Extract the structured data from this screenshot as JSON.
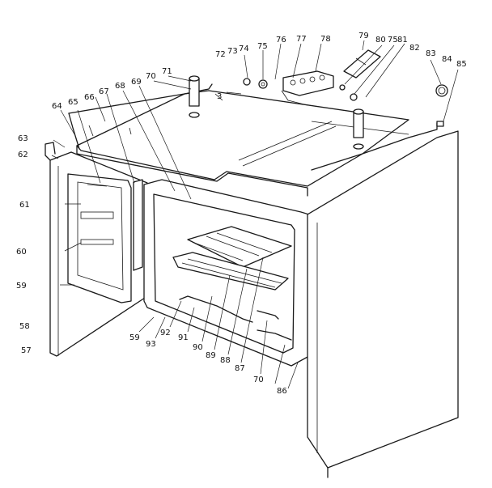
{
  "diagram": {
    "callouts": [
      {
        "id": "c63",
        "text": "63"
      },
      {
        "id": "c62",
        "text": "62"
      },
      {
        "id": "c64",
        "text": "64"
      },
      {
        "id": "c65",
        "text": "65"
      },
      {
        "id": "c66",
        "text": "66"
      },
      {
        "id": "c67",
        "text": "67"
      },
      {
        "id": "c68",
        "text": "68"
      },
      {
        "id": "c69",
        "text": "69"
      },
      {
        "id": "c70a",
        "text": "70"
      },
      {
        "id": "c71",
        "text": "71"
      },
      {
        "id": "c72",
        "text": "72"
      },
      {
        "id": "c73",
        "text": "73"
      },
      {
        "id": "c74",
        "text": "74"
      },
      {
        "id": "c75a",
        "text": "75"
      },
      {
        "id": "c76",
        "text": "76"
      },
      {
        "id": "c77",
        "text": "77"
      },
      {
        "id": "c78",
        "text": "78"
      },
      {
        "id": "c79",
        "text": "79"
      },
      {
        "id": "c80",
        "text": "80"
      },
      {
        "id": "c75b",
        "text": "75"
      },
      {
        "id": "c81",
        "text": "81"
      },
      {
        "id": "c82",
        "text": "82"
      },
      {
        "id": "c83",
        "text": "83"
      },
      {
        "id": "c84",
        "text": "84"
      },
      {
        "id": "c85",
        "text": "85"
      },
      {
        "id": "c61",
        "text": "61"
      },
      {
        "id": "c60",
        "text": "60"
      },
      {
        "id": "c59a",
        "text": "59"
      },
      {
        "id": "c58",
        "text": "58"
      },
      {
        "id": "c57",
        "text": "57"
      },
      {
        "id": "c59b",
        "text": "59"
      },
      {
        "id": "c93",
        "text": "93"
      },
      {
        "id": "c92",
        "text": "92"
      },
      {
        "id": "c91",
        "text": "91"
      },
      {
        "id": "c90",
        "text": "90"
      },
      {
        "id": "c89",
        "text": "89"
      },
      {
        "id": "c88",
        "text": "88"
      },
      {
        "id": "c87",
        "text": "87"
      },
      {
        "id": "c70b",
        "text": "70"
      },
      {
        "id": "c86",
        "text": "86"
      },
      {
        "id": "c3",
        "text": "3"
      }
    ]
  }
}
